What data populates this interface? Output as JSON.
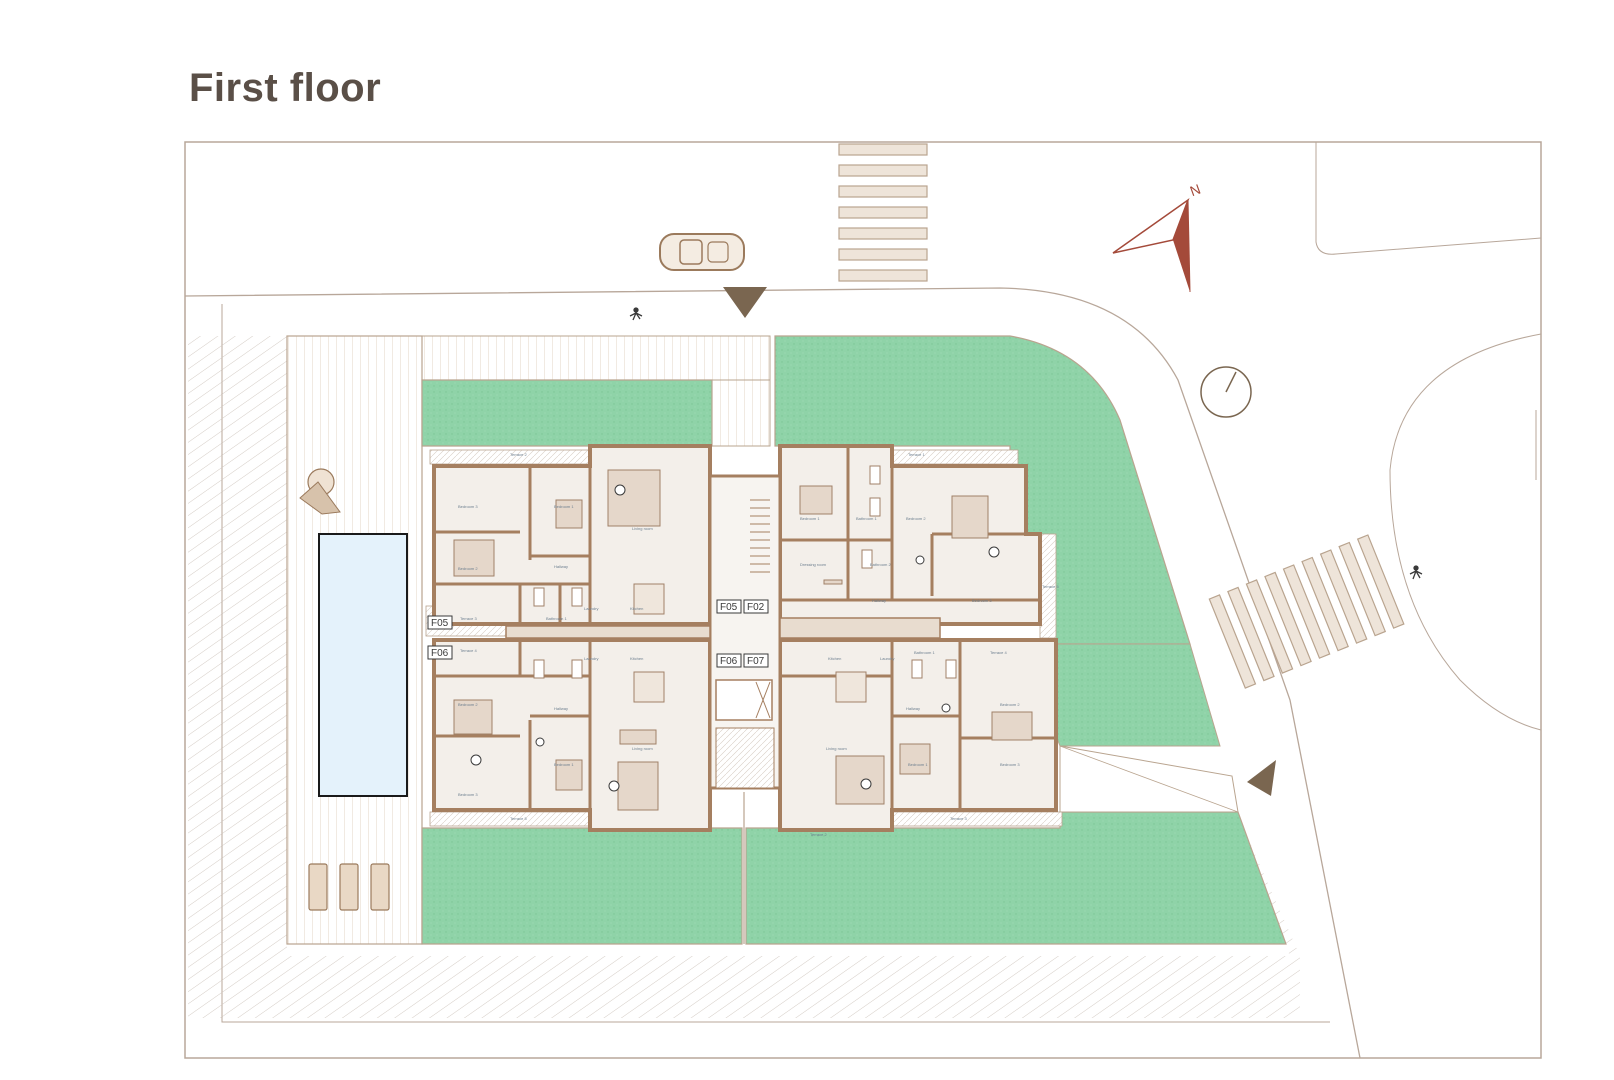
{
  "title": "First floor",
  "compass": {
    "label": "N"
  },
  "unit_tags": {
    "left_top": "F05",
    "left_bottom": "F06",
    "core_top_left": "F05",
    "core_top_right": "F02",
    "core_bottom_left": "F06",
    "core_bottom_right": "F07"
  },
  "room_labels": {
    "living_room": "Living room",
    "bedroom_1": "Bedroom 1",
    "bedroom_2": "Bedroom 2",
    "bedroom_3": "Bedroom 3",
    "hallway": "Hallway",
    "kitchen": "Kitchen",
    "laundry": "Laundry",
    "bathroom_1": "Bathroom 1",
    "bathroom_2": "Bathroom 2",
    "dressing_room": "Dressing room",
    "terrace_1": "Terrace 1",
    "terrace_2": "Terrace 2",
    "terrace_3": "Terrace 3",
    "terrace_4": "Terrace 4",
    "terrace_5": "Terrace 5"
  },
  "colors": {
    "outline": "#b8a79a",
    "wall": "#a57f60",
    "floor": "#f3efea",
    "garden": "#8fd3a8",
    "pool": "#e4f2fb",
    "accent": "#7a6650",
    "compass_red": "#a44a3a"
  }
}
